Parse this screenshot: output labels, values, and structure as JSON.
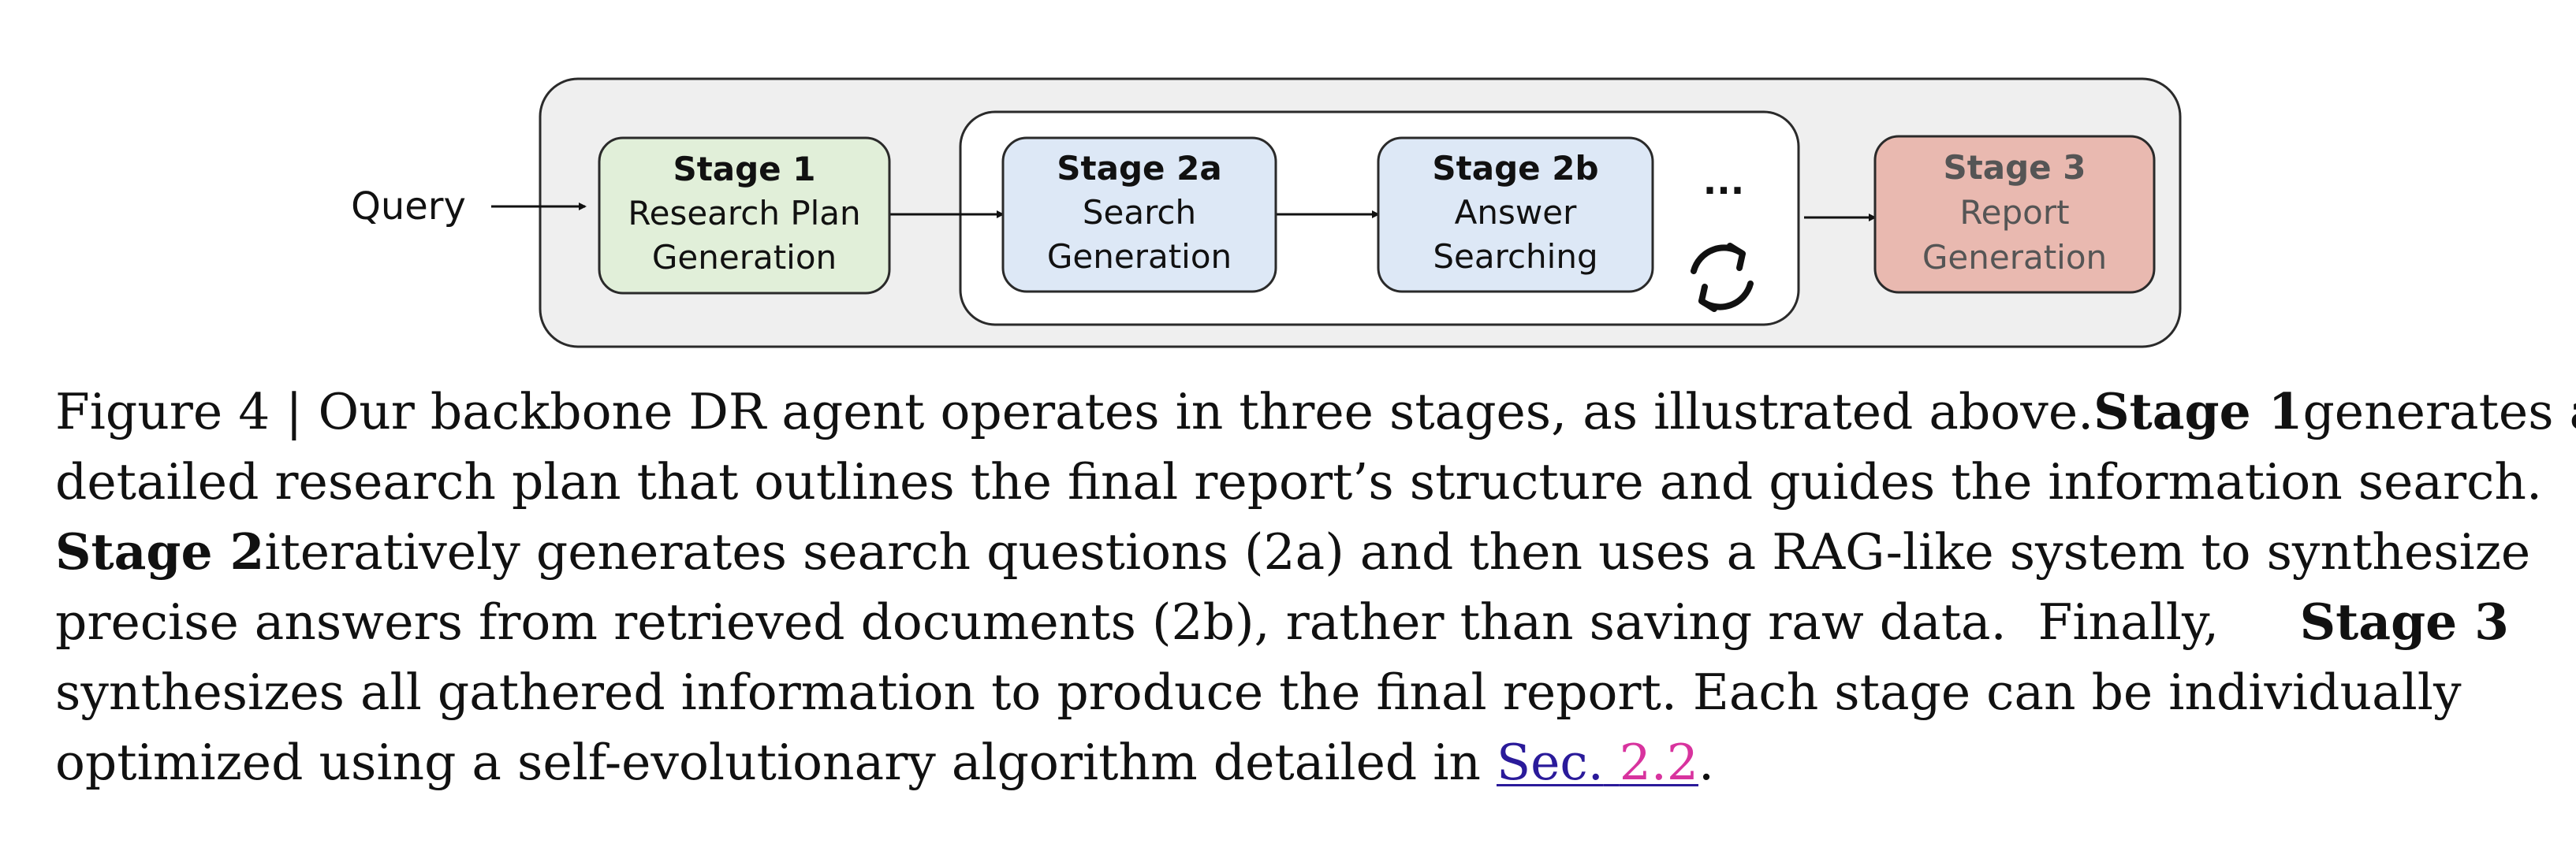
{
  "figure": {
    "query_label": "Query",
    "stage1": {
      "title": "Stage 1",
      "line1": "Research Plan",
      "line2": "Generation"
    },
    "stage2a": {
      "title": "Stage 2a",
      "line1": "Search",
      "line2": "Generation"
    },
    "stage2b": {
      "title": "Stage 2b",
      "line1": "Answer",
      "line2": "Searching"
    },
    "ellipsis": "...",
    "stage3": {
      "title": "Stage 3",
      "line1": "Report",
      "line2": "Generation"
    },
    "colors": {
      "stage1_fill": "#e1efd9",
      "stage2_fill": "#dde8f6",
      "stage3_fill": "#e9b9b0",
      "outer_fill": "#efefef",
      "inner_fill": "#ffffff"
    }
  },
  "caption": {
    "line1": {
      "a": "Figure 4 | Our backbone DR agent operates in three stages, as illustrated above.",
      "b": "Stage 1",
      "c": "generates a"
    },
    "line2": "detailed research plan that outlines the final report’s structure and guides the information search.",
    "line3": {
      "b": "Stage 2",
      "a": "iteratively generates search questions (2a) and then uses a RAG-like system to synthesize"
    },
    "line4": {
      "a": "precise answers from retrieved documents (2b), rather than saving raw data.  Finally,",
      "b": "Stage 3"
    },
    "line5": "synthesizes all gathered information to produce the final report.  Each stage can be individually",
    "line6": {
      "a": "optimized using a self-evolutionary algorithm detailed in ",
      "link_sec": "Sec.",
      "link_num": "2.2",
      "end": "."
    }
  }
}
